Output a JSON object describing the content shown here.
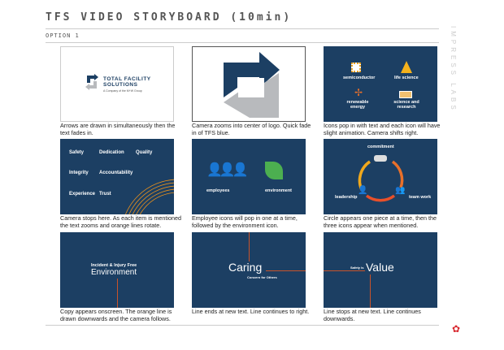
{
  "header": {
    "title": "TFS VIDEO STORYBOARD (10min)",
    "option": "OPTION 1",
    "side_label": "IMPRESS LABS"
  },
  "frames": [
    {
      "caption": "Arrows are drawn in simultaneously then the text fades in.",
      "logo_line1": "TOTAL FACILITY",
      "logo_line2": "SOLUTIONS",
      "logo_sub": "A Company of the M+W Group"
    },
    {
      "caption": "Camera zooms into center of logo. Quick fade in of TFS blue."
    },
    {
      "caption": "Icons pop in with text and each icon will have slight animation. Camera shifts right.",
      "labels": [
        "semiconductor",
        "life science",
        "renewable energy",
        "science and research"
      ]
    },
    {
      "caption": "Camera stops here. As each item is mentioned the text zooms and orange lines rotate.",
      "values": [
        "Safety",
        "Dedication",
        "Quality",
        "Integrity",
        "Accountability",
        "Experience",
        "Trust"
      ]
    },
    {
      "caption": "Employee icons will pop in one at a time, followed by the environment icon.",
      "labels": [
        "employees",
        "environment"
      ]
    },
    {
      "caption": "Circle appears one piece at a time, then the three icons appear when mentioned.",
      "labels": [
        "commitment",
        "leadership",
        "team work"
      ]
    },
    {
      "caption": "Copy appears onscreen. The orange line is drawn downwards and the camera follows.",
      "small": "Incident  & Injury Free",
      "big": "Environment"
    },
    {
      "caption": "Line ends at new text. Line continues to right.",
      "big": "Caring",
      "small": "Concern for Others"
    },
    {
      "caption": "Line stops at new text. Line continues downwards.",
      "small": "Safety is",
      "big": "Value"
    }
  ],
  "colors": {
    "tfs_blue": "#1c3f63",
    "orange": "#c8532a",
    "gray_arrow": "#b8babd"
  }
}
